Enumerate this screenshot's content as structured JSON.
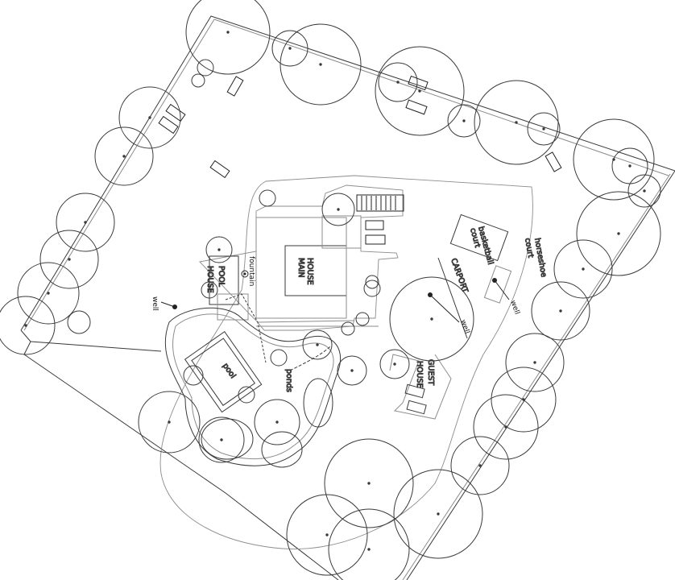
{
  "labels": {
    "main_house": [
      "MAIN",
      "HOUSE"
    ],
    "pool_house": [
      "POOL",
      "HOUSE"
    ],
    "carport": "CARPORT",
    "guest_house": [
      "GUEST",
      "HOUSE"
    ],
    "basketball_court": [
      "basketball",
      "court"
    ],
    "horseshoe_court": [
      "horseshoe",
      "court"
    ],
    "fountain": "fountain",
    "pool": "pool",
    "ponds": "ponds",
    "well_west": "well",
    "well_carport": "well",
    "well_east": "well"
  },
  "colors": {
    "line": "#3a3a3a",
    "light_line": "#8c8c8c",
    "text": "#111111",
    "background": "#ffffff"
  }
}
